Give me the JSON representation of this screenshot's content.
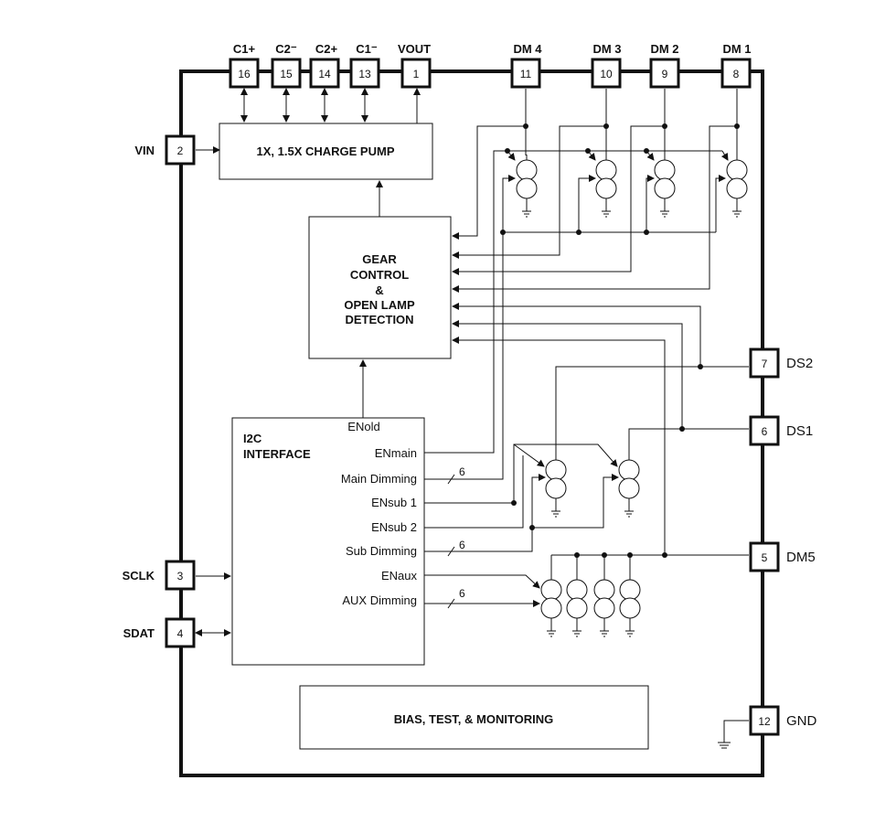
{
  "pins": {
    "c1p": {
      "number": "16",
      "label": "C1+"
    },
    "c2m": {
      "number": "15",
      "label": "C2⁻"
    },
    "c2p": {
      "number": "14",
      "label": "C2+"
    },
    "c1m": {
      "number": "13",
      "label": "C1⁻"
    },
    "vout": {
      "number": "1",
      "label": "VOUT"
    },
    "dm4": {
      "number": "11",
      "label": "DM 4"
    },
    "dm3": {
      "number": "10",
      "label": "DM 3"
    },
    "dm2": {
      "number": "9",
      "label": "DM 2"
    },
    "dm1": {
      "number": "8",
      "label": "DM 1"
    },
    "vin": {
      "number": "2",
      "label": "VIN"
    },
    "sclk": {
      "number": "3",
      "label": "SCLK"
    },
    "sdat": {
      "number": "4",
      "label": "SDAT"
    },
    "ds2": {
      "number": "7",
      "label": "DS2"
    },
    "ds1": {
      "number": "6",
      "label": "DS1"
    },
    "dm5": {
      "number": "5",
      "label": "DM5"
    },
    "gnd": {
      "number": "12",
      "label": "GND"
    }
  },
  "blocks": {
    "charge_pump": "1X, 1.5X CHARGE PUMP",
    "gear": [
      "GEAR",
      "CONTROL",
      "&",
      "OPEN LAMP",
      "DETECTION"
    ],
    "i2c": [
      "I2C",
      "INTERFACE"
    ],
    "bias": "BIAS, TEST, & MONITORING"
  },
  "i2c_signals": {
    "enold": "ENold",
    "enmain": "ENmain",
    "main_dimming": "Main Dimming",
    "ensub1": "ENsub 1",
    "ensub2": "ENsub 2",
    "sub_dimming": "Sub Dimming",
    "enaux": "ENaux",
    "aux_dimming": "AUX Dimming"
  },
  "bus_widths": {
    "main": "6",
    "sub": "6",
    "aux": "6"
  }
}
